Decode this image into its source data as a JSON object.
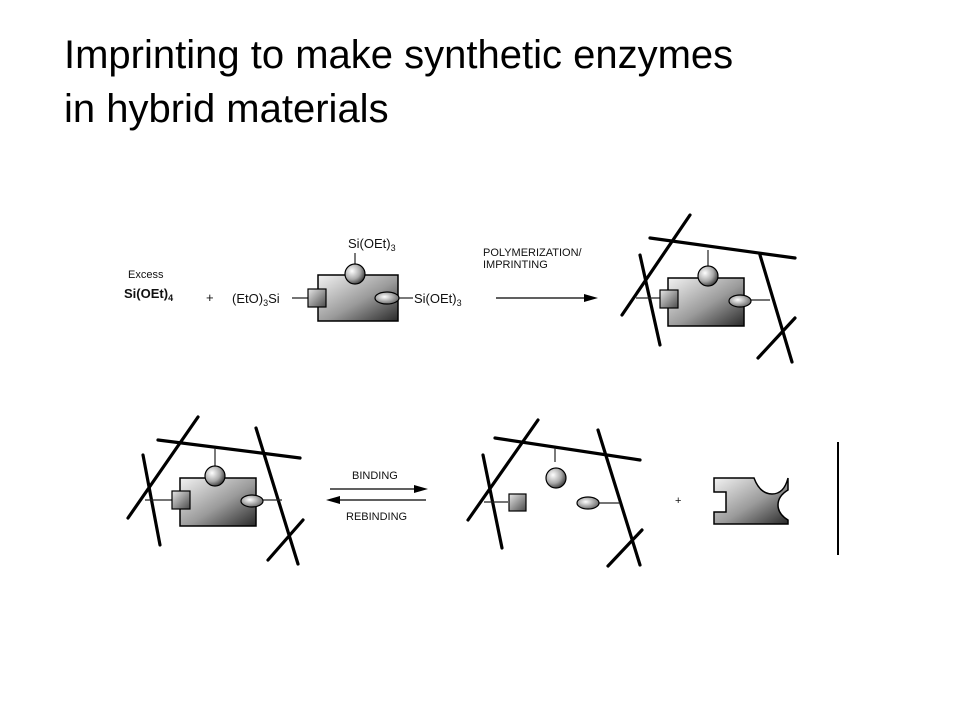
{
  "slide": {
    "title_line1": "Imprinting to make synthetic enzymes",
    "title_line2": "in hybrid materials"
  },
  "scheme": {
    "excess_label": "Excess",
    "precursor": {
      "main": "Si(OEt)",
      "sub": "4"
    },
    "plus_sign": "+",
    "left_group": {
      "main": "(EtO)",
      "sub": "3",
      "tail": "Si"
    },
    "top_group": {
      "main": "Si(OEt)",
      "sub": "3"
    },
    "right_group": {
      "main": "Si(OEt)",
      "sub": "3"
    },
    "step1_label_line1": "POLYMERIZATION/",
    "step1_label_line2": "IMPRINTING",
    "step2_forward_label": "BINDING",
    "step2_reverse_label": "REBINDING",
    "plus_sign_2": "+"
  }
}
